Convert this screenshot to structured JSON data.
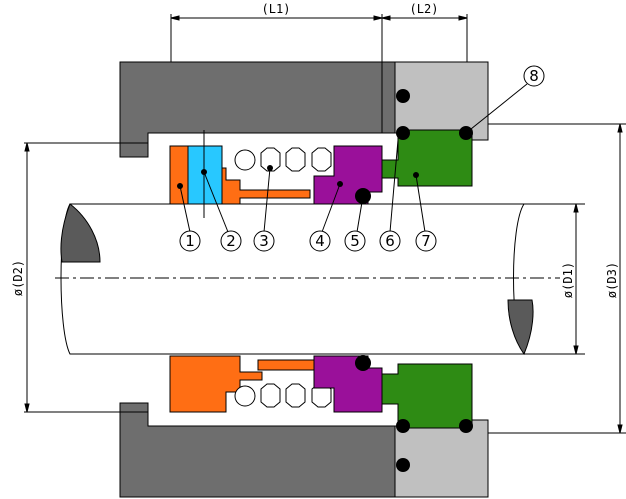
{
  "dimensions": {
    "l1": "(L1)",
    "l2": "(L2)",
    "d1": "ø(D1)",
    "d2": "ø(D2)",
    "d3": "ø(D3)"
  },
  "callouts": [
    "1",
    "2",
    "3",
    "4",
    "5",
    "6",
    "7",
    "8"
  ],
  "colors": {
    "housing": "#6e6e6e",
    "gland_plate": "#c0c0c0",
    "spring_holder": "#ff6e14",
    "seal_ring": "#28c8ff",
    "rotating_ring": "#9a109a",
    "stationary_seat": "#2e8b14",
    "shaft": "#ffffff",
    "oring": "#000000"
  }
}
